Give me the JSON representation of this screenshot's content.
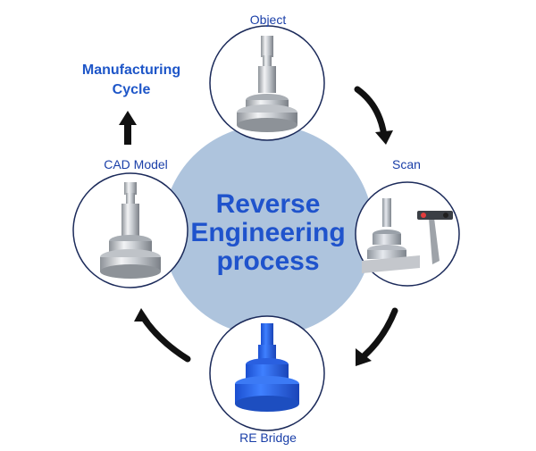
{
  "center": {
    "line1": "Reverse",
    "line2": "Engineering",
    "line3": "process"
  },
  "nodes": {
    "object": "Object",
    "scan": "Scan",
    "re_bridge": "RE Bridge",
    "cad_model": "CAD Model"
  },
  "manufacturing": {
    "line1": "Manufacturing",
    "line2": "Cycle"
  },
  "colors": {
    "center_fill": "#aec4dd",
    "title_text": "#1f53cc",
    "label_text": "#1a3fa8",
    "arrow": "#111111",
    "scan_part": "#8ea8c8",
    "re_part": "#2f6cf0",
    "metal_part": "#cfd2d6"
  }
}
